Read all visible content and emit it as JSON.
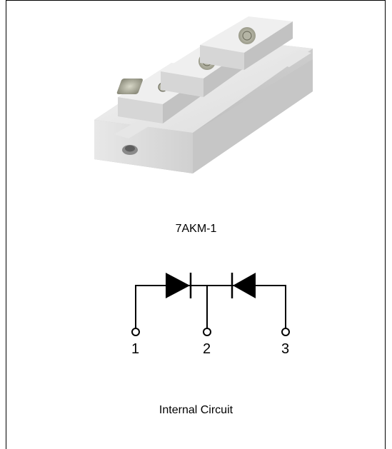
{
  "package_label": "7AKM-1",
  "circuit_label": "Internal Circuit",
  "pins": [
    "1",
    "2",
    "3"
  ]
}
